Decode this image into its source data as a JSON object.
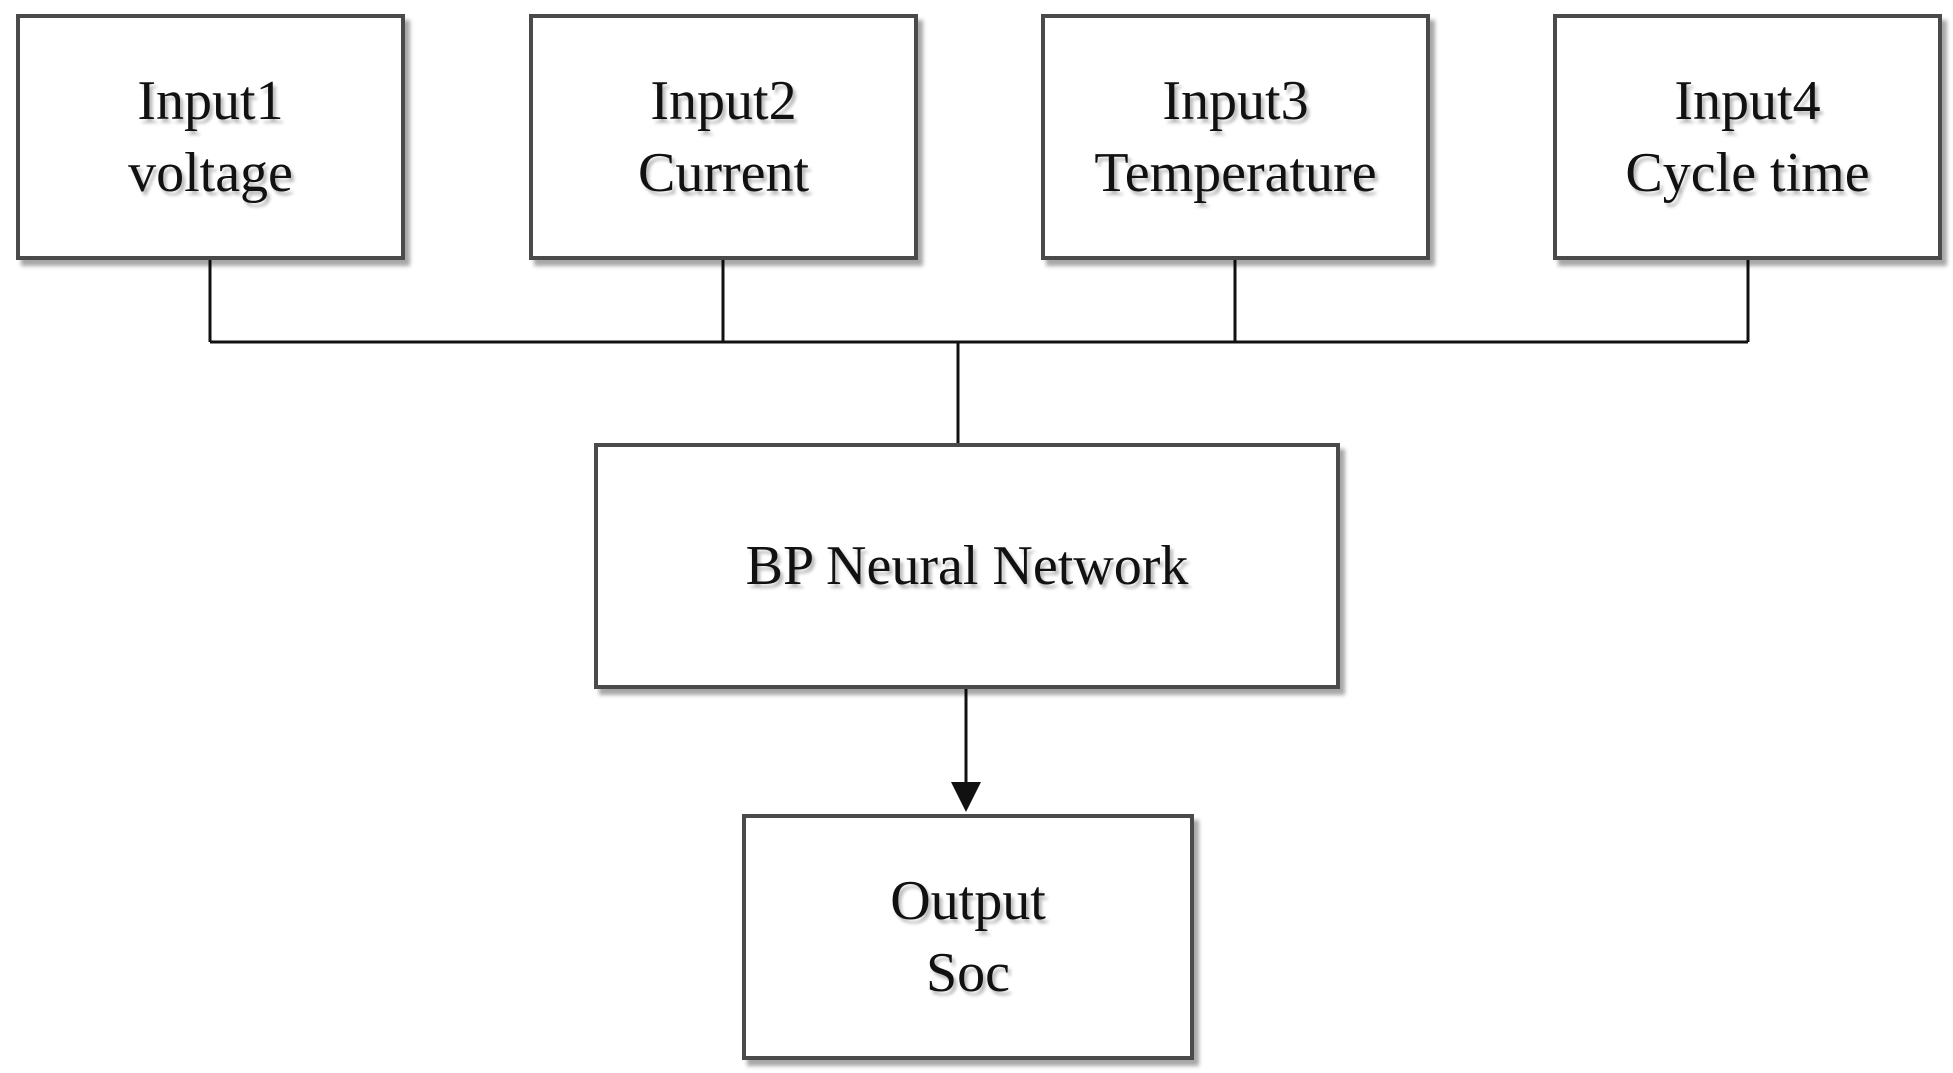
{
  "nodes": {
    "input1": {
      "line1": "Input1",
      "line2": "voltage"
    },
    "input2": {
      "line1": "Input2",
      "line2": "Current"
    },
    "input3": {
      "line1": "Input3",
      "line2": "Temperature"
    },
    "input4": {
      "line1": "Input4",
      "line2": "Cycle time"
    },
    "bp_network": {
      "label": "BP Neural Network"
    },
    "output": {
      "line1": "Output",
      "line2": "Soc"
    }
  },
  "edges": [
    {
      "from": "input1",
      "to": "bp_network",
      "arrow": false
    },
    {
      "from": "input2",
      "to": "bp_network",
      "arrow": false
    },
    {
      "from": "input3",
      "to": "bp_network",
      "arrow": false
    },
    {
      "from": "input4",
      "to": "bp_network",
      "arrow": false
    },
    {
      "from": "bp_network",
      "to": "output",
      "arrow": true
    }
  ],
  "colors": {
    "box_border": "#4a4a4a",
    "line": "#111111",
    "text": "#111111",
    "background": "#ffffff"
  }
}
